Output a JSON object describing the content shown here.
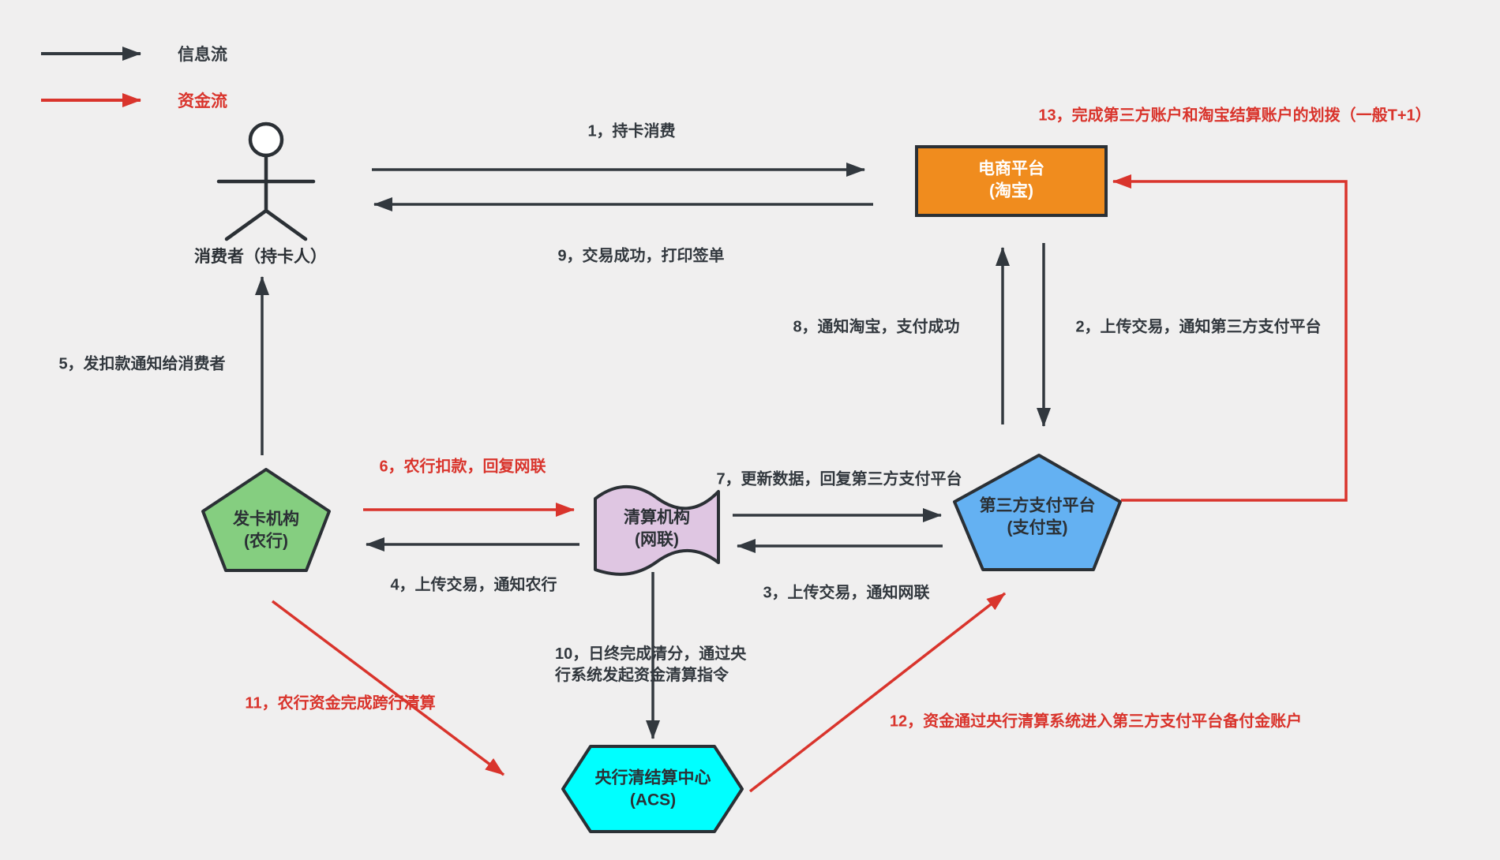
{
  "colors": {
    "background": "#f0efef",
    "ink": "#32383e",
    "fund_red": "#d9342c",
    "taobao_fill": "#f08c1e",
    "abc_fill": "#85ce80",
    "nets_fill": "#dfc6e2",
    "alipay_fill": "#64b1f2",
    "acs_fill": "#00ffff"
  },
  "legend": {
    "info_flow": "信息流",
    "fund_flow": "资金流"
  },
  "nodes": {
    "consumer": {
      "label": "消费者（持卡人）"
    },
    "taobao": {
      "line1": "电商平台",
      "line2": "(淘宝)"
    },
    "abc": {
      "line1": "发卡机构",
      "line2": "(农行)"
    },
    "nets": {
      "line1": "清算机构",
      "line2": "(网联)"
    },
    "alipay": {
      "line1": "第三方支付平台",
      "line2": "(支付宝)"
    },
    "acs": {
      "line1": "央行清结算中心",
      "line2": "(ACS)"
    }
  },
  "flows": [
    {
      "id": "1",
      "type": "info",
      "text": "1，持卡消费"
    },
    {
      "id": "2",
      "type": "info",
      "text": "2，上传交易，通知第三方支付平台"
    },
    {
      "id": "3",
      "type": "info",
      "text": "3，上传交易，通知网联"
    },
    {
      "id": "4",
      "type": "info",
      "text": "4，上传交易，通知农行"
    },
    {
      "id": "5",
      "type": "info",
      "text": "5，发扣款通知给消费者"
    },
    {
      "id": "6",
      "type": "fund",
      "text": "6，农行扣款，回复网联"
    },
    {
      "id": "7",
      "type": "info",
      "text": "7，更新数据，回复第三方支付平台"
    },
    {
      "id": "8",
      "type": "info",
      "text": "8，通知淘宝，支付成功"
    },
    {
      "id": "9",
      "type": "info",
      "text": "9，交易成功，打印签单"
    },
    {
      "id": "10",
      "type": "info",
      "text": "10，日终完成清分，通过央\n行系统发起资金清算指令"
    },
    {
      "id": "11",
      "type": "fund",
      "text": "11，农行资金完成跨行清算"
    },
    {
      "id": "12",
      "type": "fund",
      "text": "12，资金通过央行清算系统进入第三方支付平台备付金账户"
    },
    {
      "id": "13",
      "type": "fund",
      "text": "13，完成第三方账户和淘宝结算账户的划拨（一般T+1）"
    }
  ]
}
